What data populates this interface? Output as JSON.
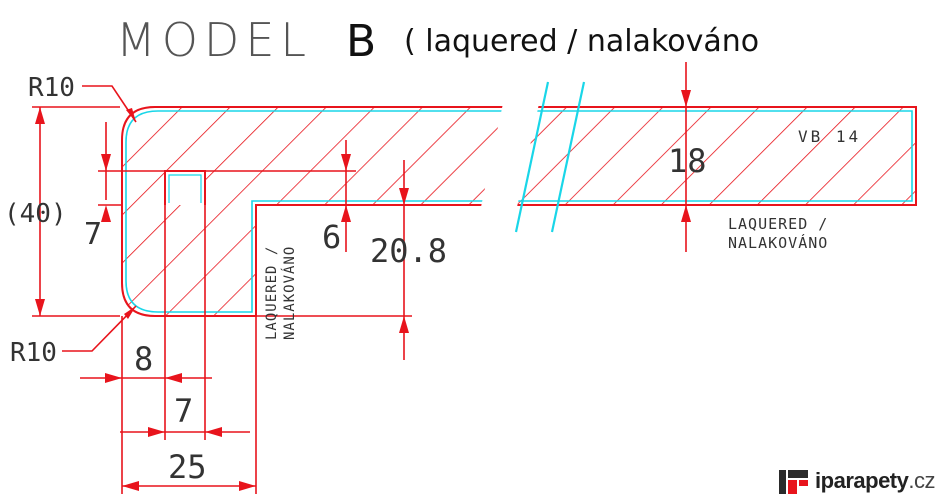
{
  "title": {
    "model": "MODEL",
    "letter": "B",
    "note": "( laquered / nalakováno"
  },
  "dimensions": {
    "r_top": "R10",
    "r_bottom": "R10",
    "height_total": "(40)",
    "groove_depth_left": "7",
    "groove_depth": "6",
    "leg_inner": "20.8",
    "board_thickness": "18",
    "dim_8": "8",
    "dim_7": "7",
    "dim_25": "25"
  },
  "labels": {
    "vb": "VB 14",
    "finish_right_1": "LAQUERED /",
    "finish_right_2": "NALAKOVÁNO",
    "finish_vertical_1": "LAQUERED /",
    "finish_vertical_2": "NALAKOVÁNO"
  },
  "brand": {
    "name": "iparapety",
    "tld": ".cz"
  },
  "colors": {
    "dimension_lines": "#e8141c",
    "profile_outline": "#19d6e8",
    "hatch": "#e8141c",
    "text": "#333333",
    "logo_red": "#e8141c",
    "logo_dark": "#2b2b2b"
  }
}
